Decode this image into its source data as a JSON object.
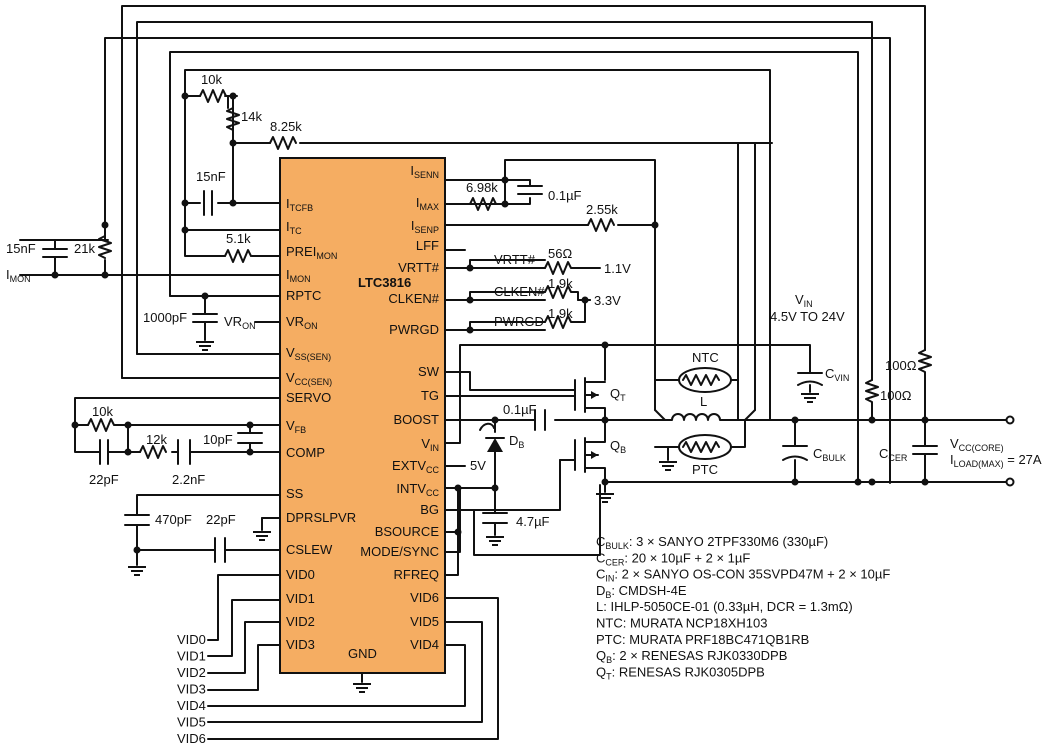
{
  "ic": {
    "name": "LTC3816",
    "color": "#f5ad62",
    "pins_left": [
      {
        "name": "I",
        "sub": "TCFB"
      },
      {
        "name": "I",
        "sub": "TC"
      },
      {
        "name": "PREI",
        "sub": "MON"
      },
      {
        "name": "I",
        "sub": "MON"
      },
      {
        "name": "RPTC",
        "sub": ""
      },
      {
        "name": "VR",
        "sub": "ON"
      },
      {
        "name": "V",
        "sub": "SS(SEN)"
      },
      {
        "name": "V",
        "sub": "CC(SEN)"
      },
      {
        "name": "SERVO",
        "sub": ""
      },
      {
        "name": "V",
        "sub": "FB"
      },
      {
        "name": "COMP",
        "sub": ""
      },
      {
        "name": "SS",
        "sub": ""
      },
      {
        "name": "DPRSLPVR",
        "sub": ""
      },
      {
        "name": "CSLEW",
        "sub": ""
      },
      {
        "name": "VID0",
        "sub": ""
      },
      {
        "name": "VID1",
        "sub": ""
      },
      {
        "name": "VID2",
        "sub": ""
      },
      {
        "name": "VID3",
        "sub": ""
      }
    ],
    "pins_right": [
      {
        "name": "I",
        "sub": "SENN"
      },
      {
        "name": "I",
        "sub": "MAX"
      },
      {
        "name": "I",
        "sub": "SENP"
      },
      {
        "name": "LFF",
        "sub": ""
      },
      {
        "name": "VRTT#",
        "sub": ""
      },
      {
        "name": "CLKEN#",
        "sub": ""
      },
      {
        "name": "PWRGD",
        "sub": ""
      },
      {
        "name": "SW",
        "sub": ""
      },
      {
        "name": "TG",
        "sub": ""
      },
      {
        "name": "BOOST",
        "sub": ""
      },
      {
        "name": "V",
        "sub": "IN"
      },
      {
        "name": "EXTV",
        "sub": "CC"
      },
      {
        "name": "INTV",
        "sub": "CC"
      },
      {
        "name": "BG",
        "sub": ""
      },
      {
        "name": "BSOURCE",
        "sub": ""
      },
      {
        "name": "MODE/SYNC",
        "sub": ""
      },
      {
        "name": "RFREQ",
        "sub": ""
      },
      {
        "name": "VID6",
        "sub": ""
      },
      {
        "name": "VID5",
        "sub": ""
      },
      {
        "name": "VID4",
        "sub": ""
      }
    ],
    "gnd": "GND"
  },
  "labels": {
    "r10k_top": "10k",
    "r14k": "14k",
    "r825k": "8.25k",
    "c15nf_itc": "15nF",
    "r51k": "5.1k",
    "c15nf_imon": "15nF",
    "r21k": "21k",
    "imon": "I",
    "imon_sub": "MON",
    "c1000pf": "1000pF",
    "vron": "VR",
    "vron_sub": "ON",
    "r10k_fb": "10k",
    "r12k": "12k",
    "c10pf": "10pF",
    "c22pf_fb": "22pF",
    "c22nf": "2.2nF",
    "c470pf": "470pF",
    "c22pf_slew": "22pF",
    "r698k": "6.98k",
    "c01uf_imax": "0.1µF",
    "r255k": "2.55k",
    "vrtt_net": "VRTT#",
    "r56": "56Ω",
    "v11": "1.1V",
    "clken_net": "CLKEN#",
    "r19k_a": "1.9k",
    "v33": "3.3V",
    "pwrgd_net": "PWRGD",
    "r19k_b": "1.9k",
    "vin": "V",
    "vin_sub": "IN",
    "vin_range": "4.5V TO 24V",
    "cvin": "C",
    "cvin_sub": "VIN",
    "ntc": "NTC",
    "ptc": "PTC",
    "inductor": "L",
    "qt": "Q",
    "qt_sub": "T",
    "qb": "Q",
    "qb_sub": "B",
    "c01uf_boost": "0.1µF",
    "db": "D",
    "db_sub": "B",
    "v5": "5V",
    "c47uf": "4.7µF",
    "cbulk": "C",
    "cbulk_sub": "BULK",
    "ccer": "C",
    "ccer_sub": "CER",
    "r100_a": "100Ω",
    "r100_b": "100Ω",
    "vcc_core": "V",
    "vcc_core_sub": "CC(CORE)",
    "iload": "I",
    "iload_sub": "LOAD(MAX)",
    "iload_val": " = 27A",
    "vid_bus": [
      "VID0",
      "VID1",
      "VID2",
      "VID3",
      "VID4",
      "VID5",
      "VID6"
    ]
  },
  "bom": [
    {
      "name": "C",
      "sub": "BULK",
      "text": ": 3 × SANYO 2TPF330M6 (330µF)"
    },
    {
      "name": "C",
      "sub": "CER",
      "text": ": 20 × 10µF + 2 × 1µF"
    },
    {
      "name": "C",
      "sub": "IN",
      "text": ": 2 × SANYO OS-CON 35SVPD47M + 2 × 10µF"
    },
    {
      "name": "D",
      "sub": "B",
      "text": ": CMDSH-4E"
    },
    {
      "name": "L",
      "sub": "",
      "text": ": IHLP-5050CE-01 (0.33µH, DCR = 1.3mΩ)"
    },
    {
      "name": "NTC",
      "sub": "",
      "text": ": MURATA NCP18XH103"
    },
    {
      "name": "PTC",
      "sub": "",
      "text": ": MURATA PRF18BC471QB1RB"
    },
    {
      "name": "Q",
      "sub": "B",
      "text": ": 2 × RENESAS RJK0330DPB"
    },
    {
      "name": "Q",
      "sub": "T",
      "text": ": RENESAS RJK0305DPB"
    }
  ]
}
